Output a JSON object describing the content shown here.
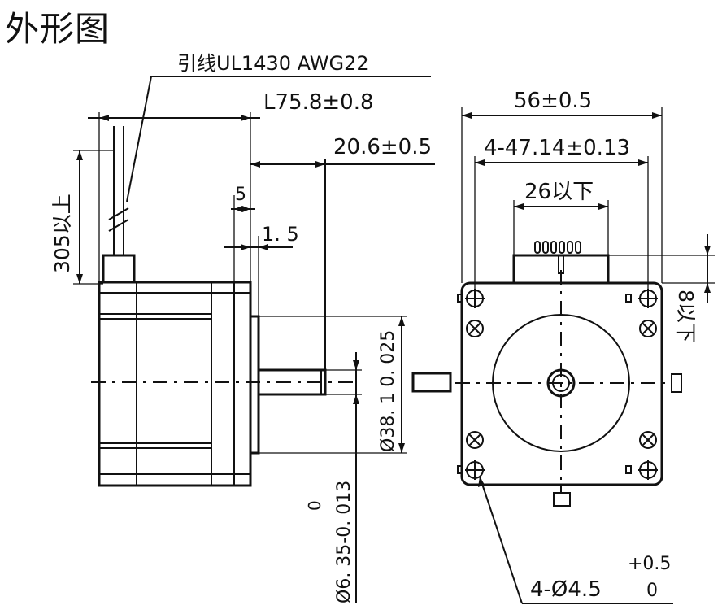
{
  "title": "外形图",
  "labels": {
    "lead_wire": "引线UL1430 AWG22",
    "length": "L75.8±0.8",
    "shaft_length": "20.6±0.5",
    "boss_thickness": "5",
    "boss_step": "1. 5",
    "lead_length": "305以上",
    "pilot_diameter": "Ø38. 1 0. 025",
    "shaft_diameter": "Ø6. 35-0. 013",
    "shaft_tol_upper": "0",
    "flange_width": "56±0.5",
    "hole_spacing": "4-47.14±0.13",
    "connector_width": "26以下",
    "connector_height": "8以下",
    "mount_holes": "4-Ø4.5",
    "mount_tol_upper": "+0.5",
    "mount_tol_lower": "0"
  }
}
